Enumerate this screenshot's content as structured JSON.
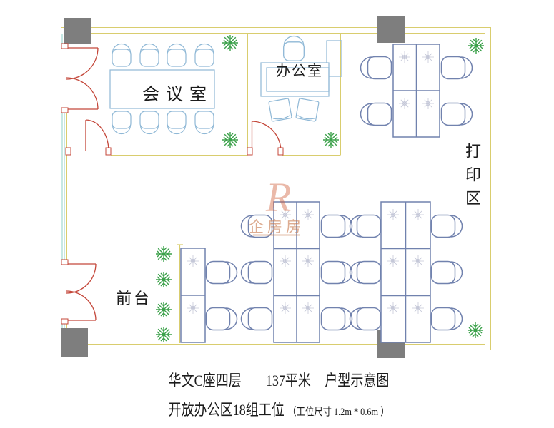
{
  "palette": {
    "wall": "#d9cd6e",
    "door": "#c4473a",
    "glass": "#8fd2c8",
    "furniture_room": "#8fb8d6",
    "furniture_open": "#7182ae",
    "plant": "#3ba14a",
    "column": "#7e7e7e",
    "marker": "#c5c8d8",
    "ink": "#1c1c1c",
    "watermark_text": "#c97a4e",
    "watermark_logo": "#cf5a35"
  },
  "rooms": {
    "meeting_room": "会议室",
    "office": "办公室",
    "print_area": "打印区",
    "front_desk": "前台"
  },
  "watermark": {
    "logo_letter": "R",
    "brand": "企房房"
  },
  "caption": {
    "building": "华文C座四层",
    "area": "137平米",
    "drawing_type": "户型示意图",
    "workstations": "开放办公区18组工位",
    "workstation_note": "（工位尺寸 1.2m * 0.6m ）"
  }
}
